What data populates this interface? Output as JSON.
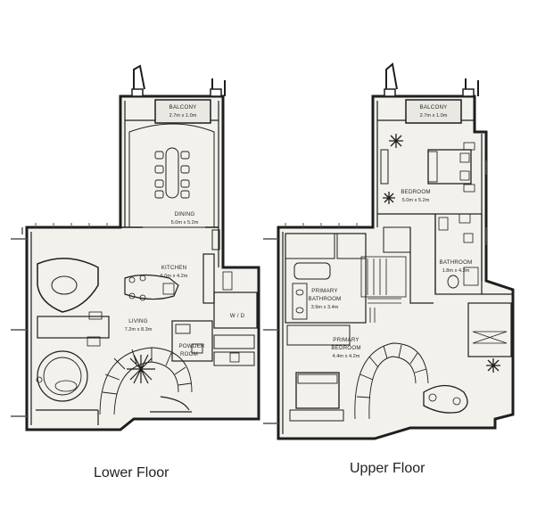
{
  "floors": {
    "lower": {
      "caption": "Lower Floor",
      "rooms": {
        "balcony": {
          "label": "BALCONY",
          "dims": "2.7m x 1.0m"
        },
        "dining": {
          "label": "DINING",
          "dims": "5.0m x 5.2m"
        },
        "kitchen": {
          "label": "KITCHEN",
          "dims": "6.0m x 4.2m"
        },
        "living": {
          "label": "LIVING",
          "dims": "7.2m x 8.3m"
        },
        "wd": {
          "label": "W / D"
        },
        "powder": {
          "label1": "POWDER",
          "label2": "ROOM"
        }
      }
    },
    "upper": {
      "caption": "Upper Floor",
      "rooms": {
        "balcony": {
          "label": "BALCONY",
          "dims": "2.7m x 1.0m"
        },
        "bedroom": {
          "label": "BEDROOM",
          "dims": "5.0m x 5.2m"
        },
        "bathroom": {
          "label": "BATHROOM",
          "dims": "1.8m x 4.3m"
        },
        "primary_bathroom": {
          "label1": "PRIMARY",
          "label2": "BATHROOM",
          "dims": "3.9m x 3.4m"
        },
        "primary_bedroom": {
          "label1": "PRIMARY",
          "label2": "BEDROOM",
          "dims": "4.4m x 4.2m"
        }
      }
    }
  },
  "colors": {
    "floor_fill": "#f2f1ec",
    "wall": "#1e1e1e",
    "line": "#3a3a3a"
  }
}
